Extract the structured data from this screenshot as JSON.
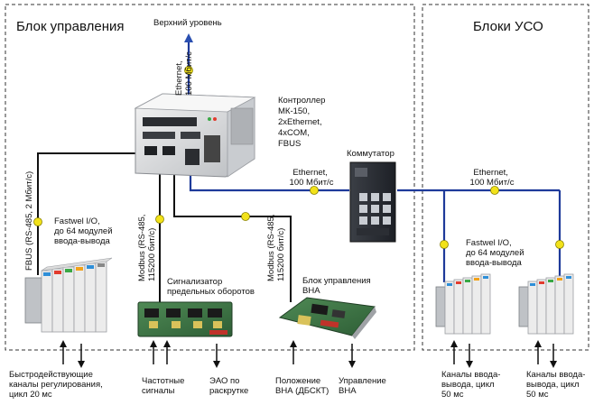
{
  "colors": {
    "network_blue": "#1e3a9a",
    "cable_black": "#111111",
    "dashed_border": "#333333",
    "arrow_blue": "#2a4fb0",
    "connector_yellow": "#f2e21a"
  },
  "groups": {
    "control_block": "Блок управления",
    "uso_blocks": "Блоки УСО"
  },
  "top": {
    "upper_level": "Верхний уровень",
    "ethernet_top": [
      "Ethernet,",
      "100 Мбит/с"
    ]
  },
  "controller": {
    "label": [
      "Контроллер",
      "МК-150,",
      "2xEthernet,",
      "4xCOM,",
      "FBUS"
    ]
  },
  "switch": {
    "label": "Коммутатор"
  },
  "links": {
    "ethernet_left": [
      "Ethernet,",
      "100 Мбит/с"
    ],
    "ethernet_right": [
      "Ethernet,",
      "100 Мбит/с"
    ],
    "fbus": "FBUS (RS-485, 2 Мбит/с)",
    "modbus_1": [
      "Modbus (RS-485,",
      "115200 бит/с)"
    ],
    "modbus_2": [
      "Modbus (RS-485,",
      "115200 бит/с)"
    ]
  },
  "modules": {
    "fastwel_left": [
      "Fastwel I/O,",
      "до 64 модулей",
      "ввода-вывода"
    ],
    "fastwel_right": [
      "Fastwel I/O,",
      "до 64 модулей",
      "ввода-вывода"
    ],
    "speed_signaler": [
      "Сигнализатор",
      "предельных оборотов"
    ],
    "vna_control": [
      "Блок управления",
      "ВНА"
    ]
  },
  "bottom": {
    "fast_channels": [
      "Быстродействующие",
      "каналы  регулирования,",
      "цикл 20 мс"
    ],
    "freq_signals": [
      "Частотные",
      "сигналы"
    ],
    "eao": [
      "ЭАО по",
      "раскрутке"
    ],
    "vna_position": [
      "Положение",
      "ВНА (ДБСКТ)"
    ],
    "vna_control": [
      "Управление",
      "ВНА"
    ],
    "io_channels_1": [
      "Каналы ввода-",
      "вывода, цикл",
      "50 мс"
    ],
    "io_channels_2": [
      "Каналы ввода-",
      "вывода, цикл",
      "50 мс"
    ]
  }
}
